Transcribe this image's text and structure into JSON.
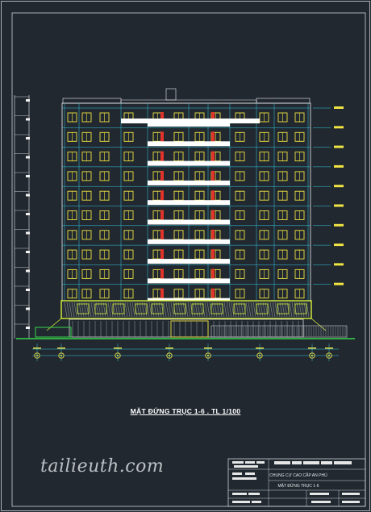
{
  "drawing": {
    "title": "MẶT ĐỨNG TRỤC 1-6 . TL 1/100",
    "watermark": "tailieuth.com",
    "axis_count": 8,
    "floors_total": 12
  },
  "title_block": {
    "project_name": "CHUNG CƯ CAO CẤP AN PHÚ",
    "sheet_name": "MẶT ĐỨNG TRỤC 1-6"
  },
  "colors": {
    "background": "#212830",
    "frame": "#cfd3d8",
    "facade_frame": "#f2f2f2",
    "grid_cyan": "#35c8e0",
    "window_yellow": "#f0e442",
    "accent_red": "#e0342a",
    "podium_lime": "#d6ef3a",
    "ground_green": "#39d64a",
    "balcony_white": "#ffffff"
  }
}
